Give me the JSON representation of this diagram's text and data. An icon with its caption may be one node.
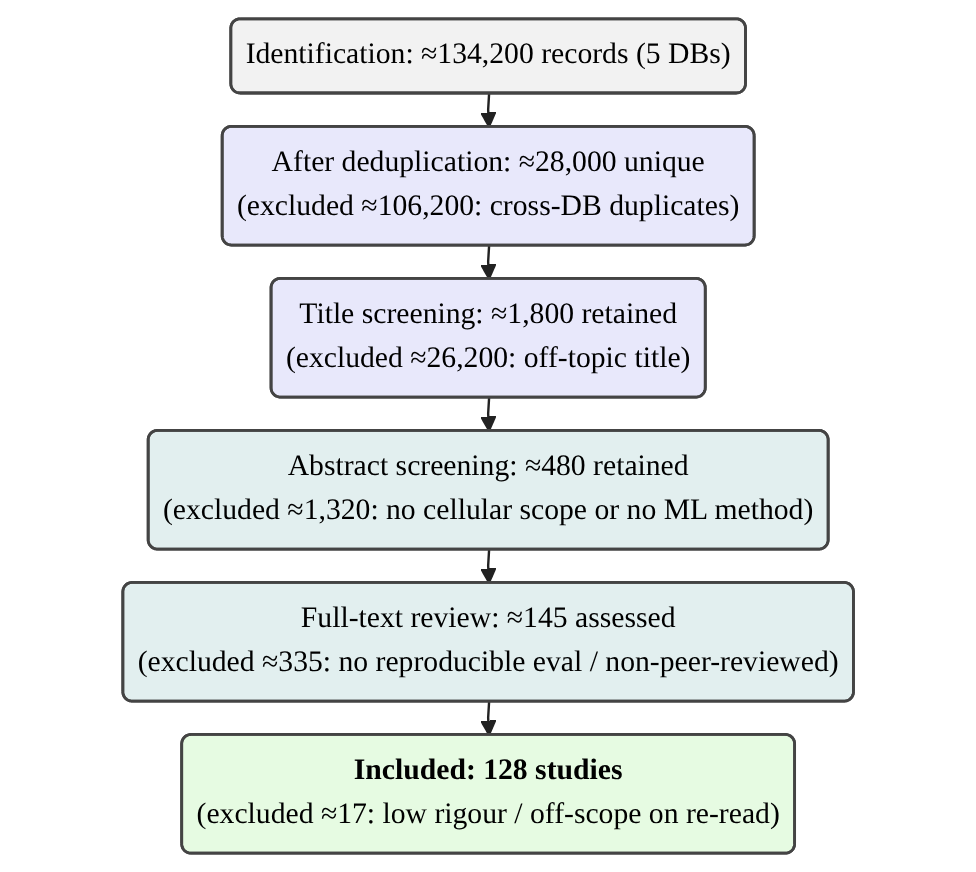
{
  "diagram": {
    "nodes": [
      {
        "text": [
          "Identification: ≈134,200 records (5 DBs)"
        ]
      },
      {
        "text": [
          "After deduplication: ≈28,000 unique",
          "(excluded ≈106,200: cross-DB duplicates)"
        ]
      },
      {
        "text": [
          "Title screening: ≈1,800 retained",
          "(excluded ≈26,200: off-topic title)"
        ]
      },
      {
        "text": [
          "Abstract screening: ≈480 retained",
          "(excluded ≈1,320: no cellular scope or no ML method)"
        ]
      },
      {
        "text": [
          "Full-text review: ≈145 assessed",
          "(excluded ≈335: no reproducible eval / non-peer-reviewed)"
        ]
      },
      {
        "text": [
          "Included: 128 studies",
          "(excluded ≈17: low rigour / off-scope on re-read)"
        ]
      }
    ],
    "edges": [
      {
        "from": 0,
        "to": 1,
        "arrow": "to"
      },
      {
        "from": 1,
        "to": 2,
        "arrow": "to"
      },
      {
        "from": 2,
        "to": 3,
        "arrow": "to"
      },
      {
        "from": 3,
        "to": 4,
        "arrow": "to"
      },
      {
        "from": 4,
        "to": 5,
        "arrow": "to"
      }
    ]
  }
}
